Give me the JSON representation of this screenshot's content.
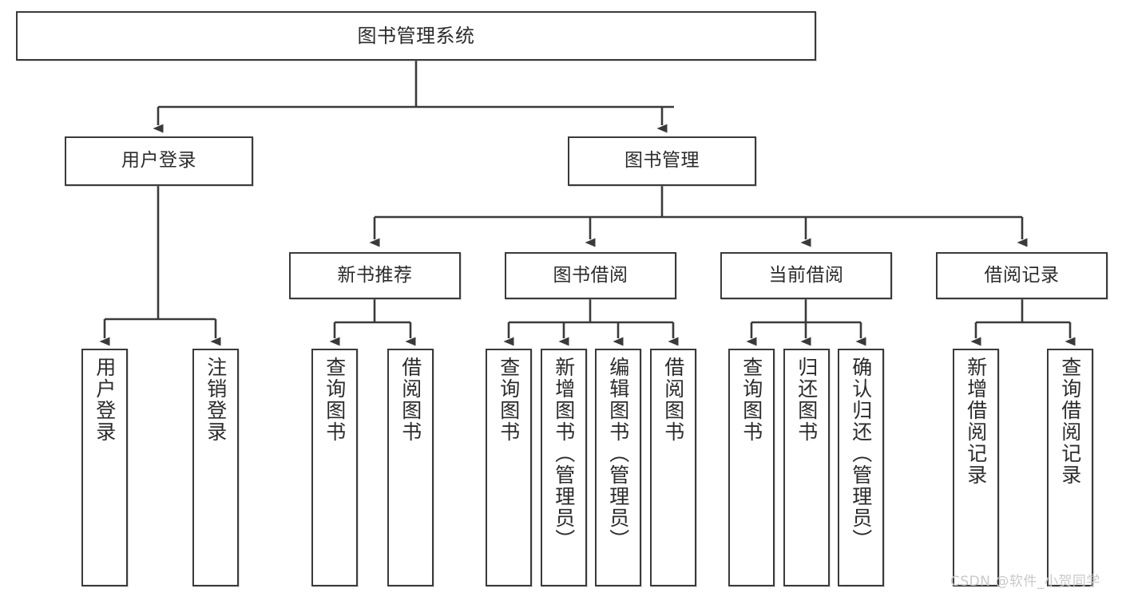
{
  "diagram": {
    "title": "图书管理系统",
    "type": "tree-hierarchy",
    "orientation": "top-down",
    "edge_color": "#3a3a3a",
    "box_border_color": "#3a3a3a",
    "box_fill_color": "#ffffff",
    "text_color": "#2b2b2b"
  },
  "nodes": {
    "root": {
      "label": "图书管理系统",
      "level": 1
    },
    "level2": [
      {
        "id": "user-login",
        "label": "用户登录"
      },
      {
        "id": "book-management",
        "label": "图书管理"
      }
    ],
    "level3": [
      {
        "id": "new-book-recommend",
        "label": "新书推荐"
      },
      {
        "id": "book-borrow",
        "label": "图书借阅"
      },
      {
        "id": "current-borrow",
        "label": "当前借阅"
      },
      {
        "id": "borrow-record",
        "label": "借阅记录"
      }
    ],
    "leaves": {
      "user-login": [
        {
          "id": "leaf-user-login",
          "label": "用户登录"
        },
        {
          "id": "leaf-logout-login",
          "label": "注销登录"
        }
      ],
      "new-book-recommend": [
        {
          "id": "leaf-query-book-1",
          "label": "查询图书"
        },
        {
          "id": "leaf-borrow-book-1",
          "label": "借阅图书"
        }
      ],
      "book-borrow": [
        {
          "id": "leaf-query-book-2",
          "label": "查询图书"
        },
        {
          "id": "leaf-add-book",
          "label": "新增图书（管理员）"
        },
        {
          "id": "leaf-edit-book",
          "label": "编辑图书（管理员）"
        },
        {
          "id": "leaf-borrow-book-2",
          "label": "借阅图书"
        }
      ],
      "current-borrow": [
        {
          "id": "leaf-query-book-3",
          "label": "查询图书"
        },
        {
          "id": "leaf-return-book",
          "label": "归还图书"
        },
        {
          "id": "leaf-confirm-return",
          "label": "确认归还（管理员）"
        }
      ],
      "borrow-record": [
        {
          "id": "leaf-add-record",
          "label": "新增借阅记录"
        },
        {
          "id": "leaf-query-record",
          "label": "查询借阅记录"
        }
      ]
    }
  },
  "watermark": {
    "text": "CSDN @软件_小贺同学"
  }
}
